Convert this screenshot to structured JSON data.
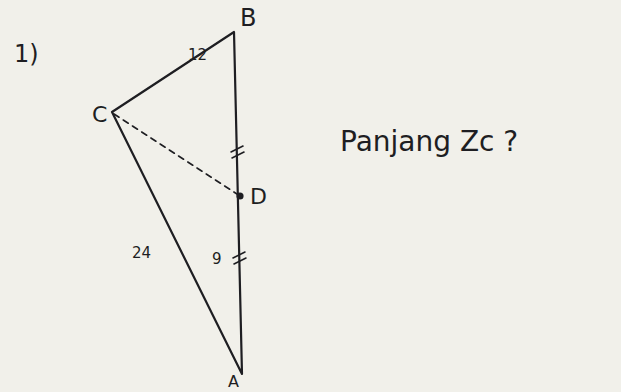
{
  "diagram": {
    "labels": [
      "1)",
      "B",
      "12",
      "C",
      "Panjang Zc ?",
      "D",
      "24",
      "9",
      "A"
    ]
  }
}
